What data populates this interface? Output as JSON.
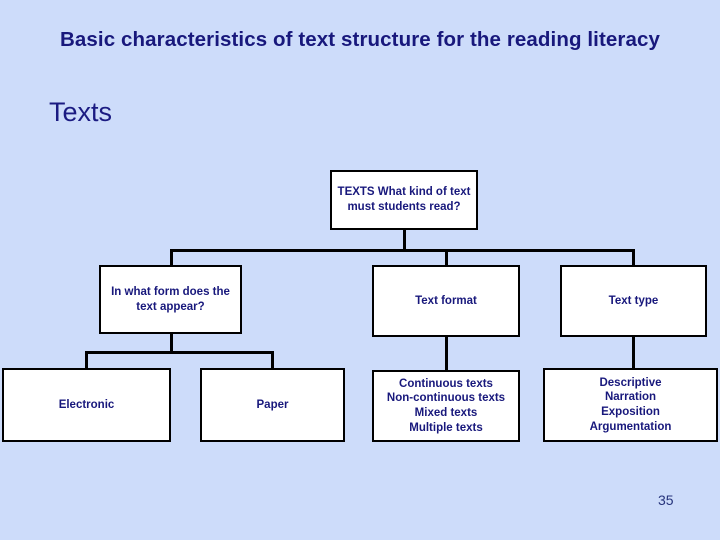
{
  "slide": {
    "title": "Basic characteristics of text structure for the reading literacy",
    "subtitle": "Texts",
    "page_number": "35",
    "colors": {
      "background": "#cddcfa",
      "text": "#18187c",
      "node_fill": "#ffffff",
      "node_border": "#000000"
    }
  },
  "diagram": {
    "type": "tree",
    "nodes": [
      {
        "id": "texts-root",
        "label": "TEXTS What kind of text must students read?"
      },
      {
        "id": "form",
        "label": "In what form does the text appear?"
      },
      {
        "id": "text-format",
        "label": "Text format"
      },
      {
        "id": "text-type",
        "label": "Text type"
      },
      {
        "id": "electronic",
        "label": "Electronic"
      },
      {
        "id": "paper",
        "label": "Paper"
      },
      {
        "id": "continuous",
        "label": "Continuous texts\nNon-continuous texts\nMixed texts\nMultiple texts"
      },
      {
        "id": "descriptive",
        "label": "Descriptive\nNarration\nExposition\nArgumentation"
      }
    ]
  }
}
